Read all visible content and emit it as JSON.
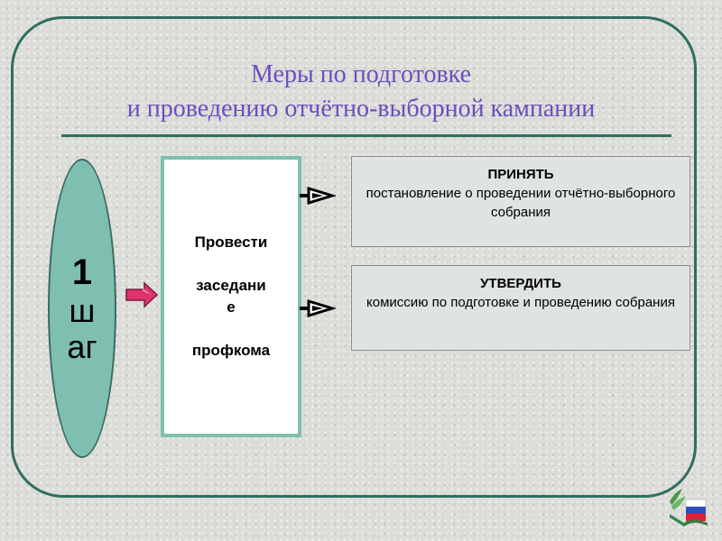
{
  "title": {
    "line1": "Меры по подготовке",
    "line2": "и проведению отчётно-выборной кампании"
  },
  "step": {
    "number": "1",
    "word_line1": "ш",
    "word_line2": "аг"
  },
  "action": {
    "text": "Провести\n\nзаседани\nе\n\nпрофкома"
  },
  "boxes": [
    {
      "heading": "ПРИНЯТЬ",
      "body": "постановление о проведении отчётно-выборного собрания"
    },
    {
      "heading": "УТВЕРДИТЬ",
      "body": "комиссию по подготовке и проведению собрания"
    }
  ],
  "colors": {
    "frame": "#2f6f5f",
    "title": "#6a4fbf",
    "oval": "#7fbfb0",
    "arrow": "#e0326e",
    "box_fill": "#dfe3e3"
  },
  "icons": [
    "arrow-right-icon",
    "small-arrow-icon",
    "flag-book-logo-icon"
  ]
}
